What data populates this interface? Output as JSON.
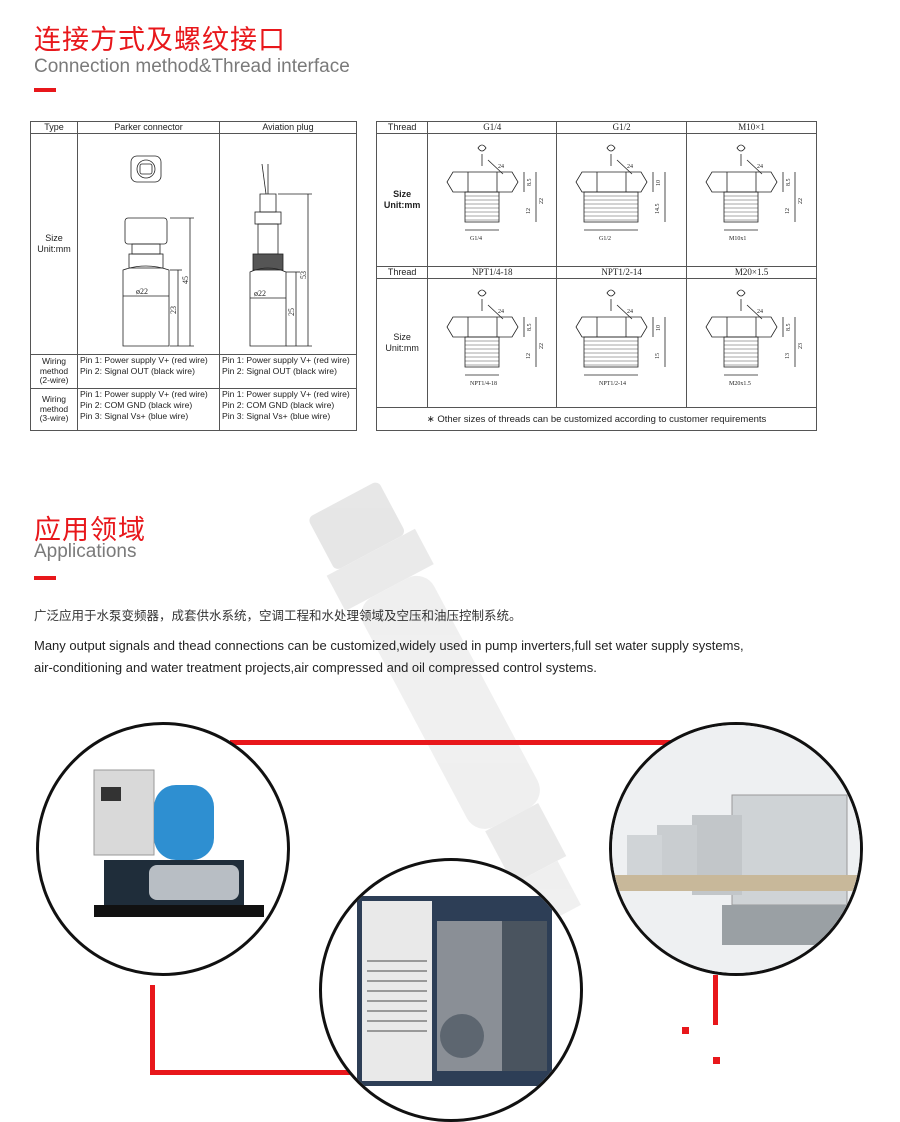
{
  "section1": {
    "title_cn": "连接方式及螺纹接口",
    "title_en": "Connection method&Thread interface"
  },
  "type_table": {
    "col_type": "Type",
    "col_parker": "Parker connector",
    "col_aviation": "Aviation plug",
    "size_label_1": "Size",
    "size_label_2": "Unit:mm",
    "parker_dims": {
      "dia": "ø22",
      "h1": "23",
      "h2": "45"
    },
    "aviation_dims": {
      "dia": "ø22",
      "h1": "25",
      "h2": "53"
    },
    "wiring2_label": [
      "Wiring",
      "method",
      "(2-wire)"
    ],
    "wiring2_parker": [
      "Pin 1: Power supply V+ (red wire)",
      "Pin 2: Signal OUT (black wire)"
    ],
    "wiring2_aviation": [
      "Pin 1: Power supply V+ (red wire)",
      "Pin 2: Signal OUT (black wire)"
    ],
    "wiring3_label": [
      "Wiring",
      "method",
      "(3-wire)"
    ],
    "wiring3_parker": [
      "Pin 1: Power supply V+ (red wire)",
      "Pin 2: COM GND (black wire)",
      "Pin 3: Signal Vs+ (blue wire)"
    ],
    "wiring3_aviation": [
      "Pin 1: Power supply V+ (red wire)",
      "Pin 2: COM GND (black wire)",
      "Pin 3: Signal Vs+ (blue wire)"
    ]
  },
  "thread_table": {
    "row1_header": "Thread",
    "row1_cols": [
      "G1/4",
      "G1/2",
      "M10×1"
    ],
    "row1_size": [
      "Size",
      "Unit:mm"
    ],
    "row1_drawings": [
      {
        "hex": "24",
        "h_hex": "8.5",
        "h_total": "22",
        "h_thread": "12",
        "name": "G1/4"
      },
      {
        "hex": "24",
        "h_hex": "10",
        "h_total": "",
        "h_thread": "14.5",
        "name": "G1/2"
      },
      {
        "hex": "24",
        "h_hex": "8.5",
        "h_total": "22",
        "h_thread": "12",
        "name": "M10x1"
      }
    ],
    "row2_header": "Thread",
    "row2_cols": [
      "NPT1/4-18",
      "NPT1/2-14",
      "M20×1.5"
    ],
    "row2_size": [
      "Size",
      "Unit:mm"
    ],
    "row2_drawings": [
      {
        "hex": "24",
        "h_hex": "8.5",
        "h_total": "22",
        "h_thread": "12",
        "name": "NPT1/4-18"
      },
      {
        "hex": "24",
        "h_hex": "10",
        "h_total": "",
        "h_thread": "15",
        "name": "NPT1/2-14"
      },
      {
        "hex": "24",
        "h_hex": "8.5",
        "h_total": "23",
        "h_thread": "13",
        "name": "M20x1.5"
      }
    ],
    "note": "∗  Other sizes of threads can be customized according to customer requirements"
  },
  "section2": {
    "title_cn": "应用领域",
    "title_en": "Applications",
    "para_cn": "广泛应用于水泵变频器，成套供水系统，空调工程和水处理领域及空压和油压控制系统。",
    "para_en_1": "Many output signals and thead connections can be customized,widely used in pump inverters,full set water supply systems,",
    "para_en_2": "air-conditioning and water treatment projects,air compressed and oil compressed control systems."
  },
  "colors": {
    "accent": "#e8171b",
    "text": "#222222",
    "subtitle": "#7a7a7a"
  }
}
